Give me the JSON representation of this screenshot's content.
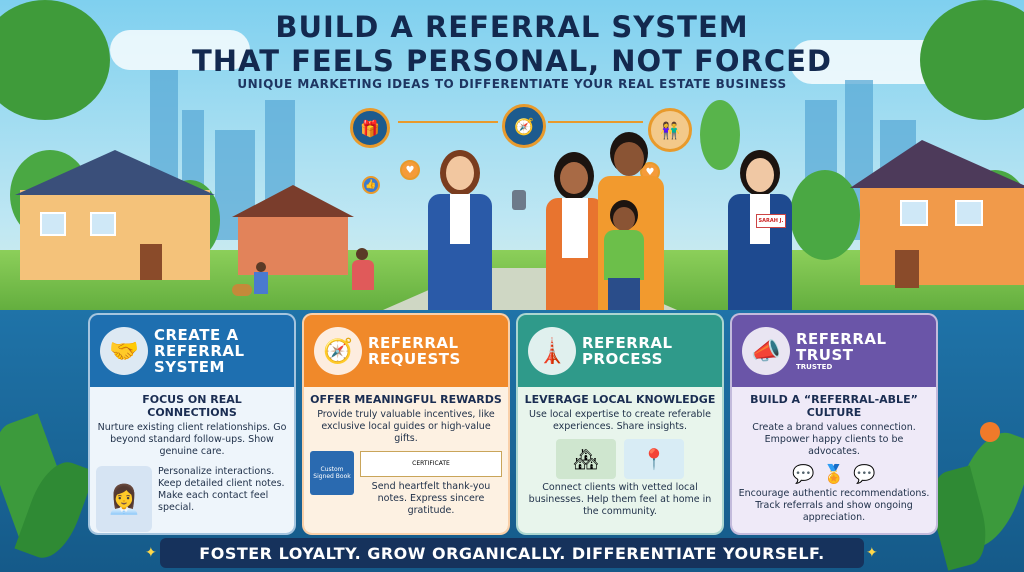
{
  "header": {
    "title_line1": "BUILD A REFERRAL SYSTEM",
    "title_line2": "THAT FEELS PERSONAL, NOT FORCED",
    "subtitle": "UNIQUE MARKETING IDEAS TO DIFFERENTIATE YOUR REAL ESTATE BUSINESS"
  },
  "scene": {
    "badge_text": "SARAH J."
  },
  "cards": [
    {
      "title": "CREATE A REFERRAL SYSTEM",
      "subheading": "FOCUS ON REAL CONNECTIONS",
      "text": "Nurture existing client relationships. Go beyond standard follow-ups. Show genuine care.",
      "detail": "Personalize interactions. Keep detailed client notes. Make each contact feel special.",
      "color": "#1e6fb0",
      "icon": "handshake-gear-icon"
    },
    {
      "title": "REFERRAL REQUESTS",
      "subheading": "OFFER MEANINGFUL REWARDS",
      "text": "Provide truly valuable incentives, like exclusive local guides or high-value gifts.",
      "book_label": "Custom Signed Book",
      "certificate_label": "CERTIFICATE",
      "detail": "Send heartfelt thank-you notes. Express sincere gratitude.",
      "color": "#f0892a",
      "icon": "compass-gift-icon"
    },
    {
      "title": "REFERRAL PROCESS",
      "subheading": "LEVERAGE LOCAL KNOWLEDGE",
      "text": "Use local expertise to create referable experiences. Share insights.",
      "detail": "Connect clients with vetted local businesses. Help them feel at home in the community.",
      "color": "#2f9a8a",
      "icon": "lighthouse-icon"
    },
    {
      "title": "REFERRAL TRUST",
      "trusted_label": "TRUSTED",
      "subheading": "BUILD A “REFERRAL-ABLE” CULTURE",
      "text": "Create a brand values connection. Empower happy clients to be advocates.",
      "detail": "Encourage authentic recommendations. Track referrals and show ongoing appreciation.",
      "color": "#6a55a8",
      "icon": "megaphone-icon"
    }
  ],
  "footer": {
    "banner": "FOSTER LOYALTY. GROW ORGANICALLY. DIFFERENTIATE YOURSELF."
  }
}
